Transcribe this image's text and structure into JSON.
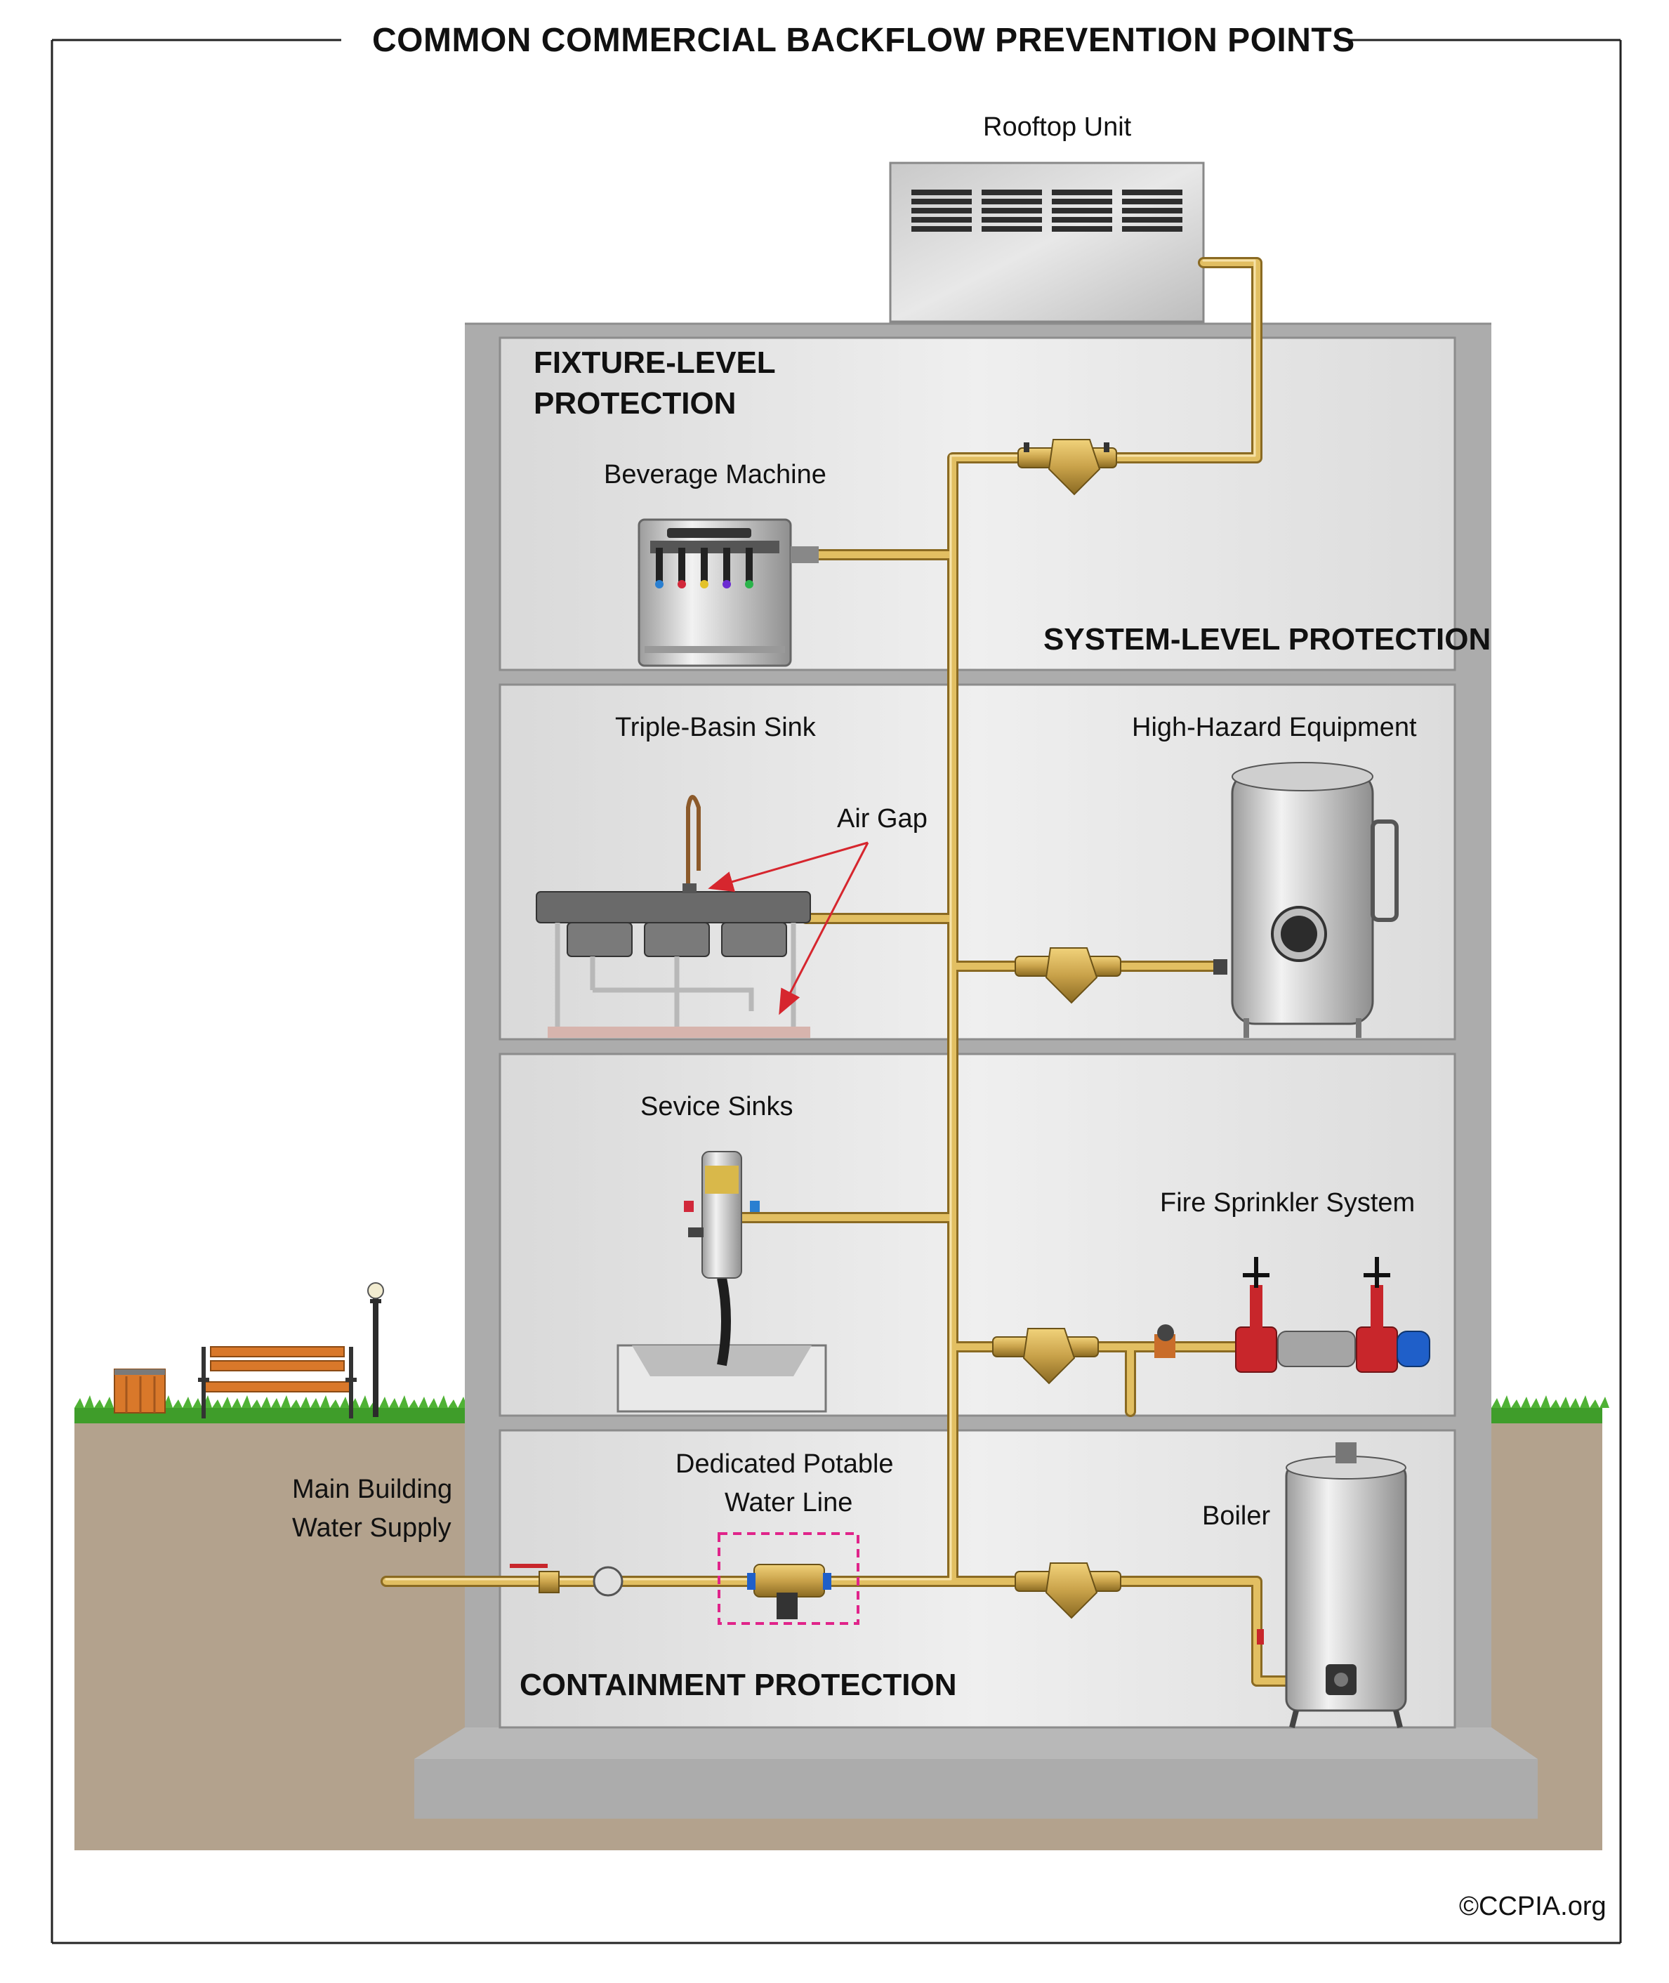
{
  "title": "COMMON COMMERCIAL BACKFLOW PREVENTION POINTS",
  "labels": {
    "rooftop_unit": "Rooftop Unit",
    "fixture_level_line1": "FIXTURE-LEVEL",
    "fixture_level_line2": "PROTECTION",
    "beverage_machine": "Beverage Machine",
    "system_level": "SYSTEM-LEVEL PROTECTION",
    "triple_basin_sink": "Triple-Basin Sink",
    "air_gap": "Air Gap",
    "high_hazard_equipment": "High-Hazard Equipment",
    "service_sinks": "Sevice Sinks",
    "fire_sprinkler_system": "Fire Sprinkler System",
    "main_supply_line1": "Main Building",
    "main_supply_line2": "Water Supply",
    "dedicated_line1": "Dedicated Potable",
    "dedicated_line2": "Water Line",
    "boiler": "Boiler",
    "containment": "CONTAINMENT PROTECTION",
    "copyright": "©CCPIA.org"
  },
  "colors": {
    "pipe": "#c9a24a",
    "pipe_dark": "#8a6a22",
    "valve_brass": "#d9b84a",
    "wall": "#a9a9a9",
    "room": "#e4e4e4",
    "soil": "#b3a28d",
    "grass": "#3f9d2a",
    "gate_valve": "#c8262b",
    "check_blue": "#1f5fc9",
    "air_gap_arrow": "#d6262e",
    "dashed_box": "#e0248a"
  }
}
